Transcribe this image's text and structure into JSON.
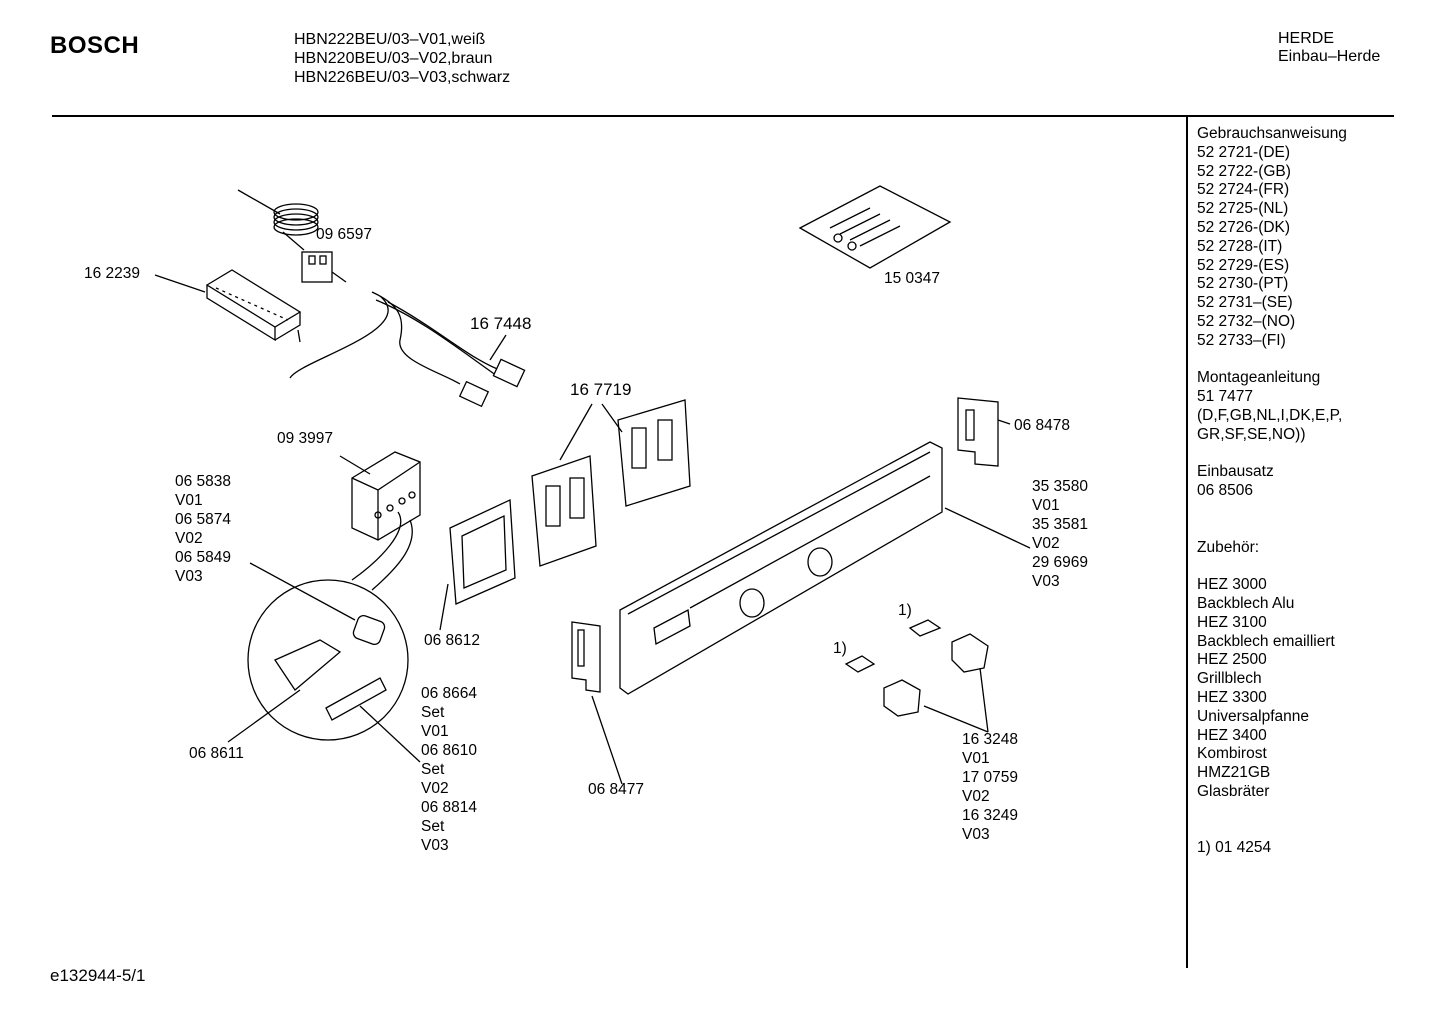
{
  "header": {
    "brand": "BOSCH",
    "models": [
      "HBN222BEU/03–V01,weiß",
      "HBN220BEU/03–V02,braun",
      "HBN226BEU/03–V03,schwarz"
    ],
    "category": [
      "HERDE",
      "Einbau–Herde"
    ]
  },
  "parts": [
    {
      "id": "p_096597",
      "lines": [
        "09 6597"
      ]
    },
    {
      "id": "p_162239",
      "lines": [
        "16 2239"
      ]
    },
    {
      "id": "p_167448",
      "lines": [
        "16 7448"
      ]
    },
    {
      "id": "p_167719",
      "lines": [
        "16 7719"
      ]
    },
    {
      "id": "p_150347",
      "lines": [
        "15 0347"
      ]
    },
    {
      "id": "p_093997",
      "lines": [
        "09 3997"
      ]
    },
    {
      "id": "p_068478",
      "lines": [
        "06 8478"
      ]
    },
    {
      "id": "p_065838",
      "lines": [
        "06 5838",
        "V01",
        "06 5874",
        "V02",
        "06 5849",
        "V03"
      ]
    },
    {
      "id": "p_353580",
      "lines": [
        "35 3580",
        "V01",
        "35 3581",
        "V02",
        "29 6969",
        "V03"
      ]
    },
    {
      "id": "p_068612",
      "lines": [
        "06 8612"
      ]
    },
    {
      "id": "p_068664",
      "lines": [
        "06 8664",
        "Set",
        "V01",
        "06 8610",
        "Set",
        "V02",
        "06 8814",
        "Set",
        "V03"
      ]
    },
    {
      "id": "p_068611",
      "lines": [
        "06 8611"
      ]
    },
    {
      "id": "p_068477",
      "lines": [
        "06 8477"
      ]
    },
    {
      "id": "p_163248",
      "lines": [
        "16 3248",
        "V01",
        "17 0759",
        "V02",
        "16 3249",
        "V03"
      ]
    },
    {
      "id": "p_fn1a",
      "lines": [
        "1)"
      ]
    },
    {
      "id": "p_fn1b",
      "lines": [
        "1)"
      ]
    }
  ],
  "sidebar": {
    "manual_title": "Gebrauchsanweisung",
    "manual_items": [
      "52 2721-(DE)",
      "52 2722-(GB)",
      "52 2724-(FR)",
      "52 2725-(NL)",
      "52 2726-(DK)",
      "52 2728-(IT)",
      "52 2729-(ES)",
      "52 2730-(PT)",
      "52 2731–(SE)",
      "52 2732–(NO)",
      "52 2733–(FI)"
    ],
    "mounting_title": "Montageanleitung",
    "mounting_items": [
      "51 7477",
      "(D,F,GB,NL,I,DK,E,P,",
      "GR,SF,SE,NO))"
    ],
    "kit_title": "Einbausatz",
    "kit_items": [
      "06 8506"
    ],
    "accessories_title": "Zubehör:",
    "accessories_items": [
      "HEZ 3000",
      "Backblech Alu",
      "HEZ 3100",
      "Backblech emailliert",
      "HEZ 2500",
      "Grillblech",
      "HEZ 3300",
      "Universalpfanne",
      "HEZ 3400",
      "Kombirost",
      "HMZ21GB",
      "Glasbräter"
    ],
    "footnote": "1)  01 4254"
  },
  "footer": {
    "code": "e132944-5/1"
  }
}
